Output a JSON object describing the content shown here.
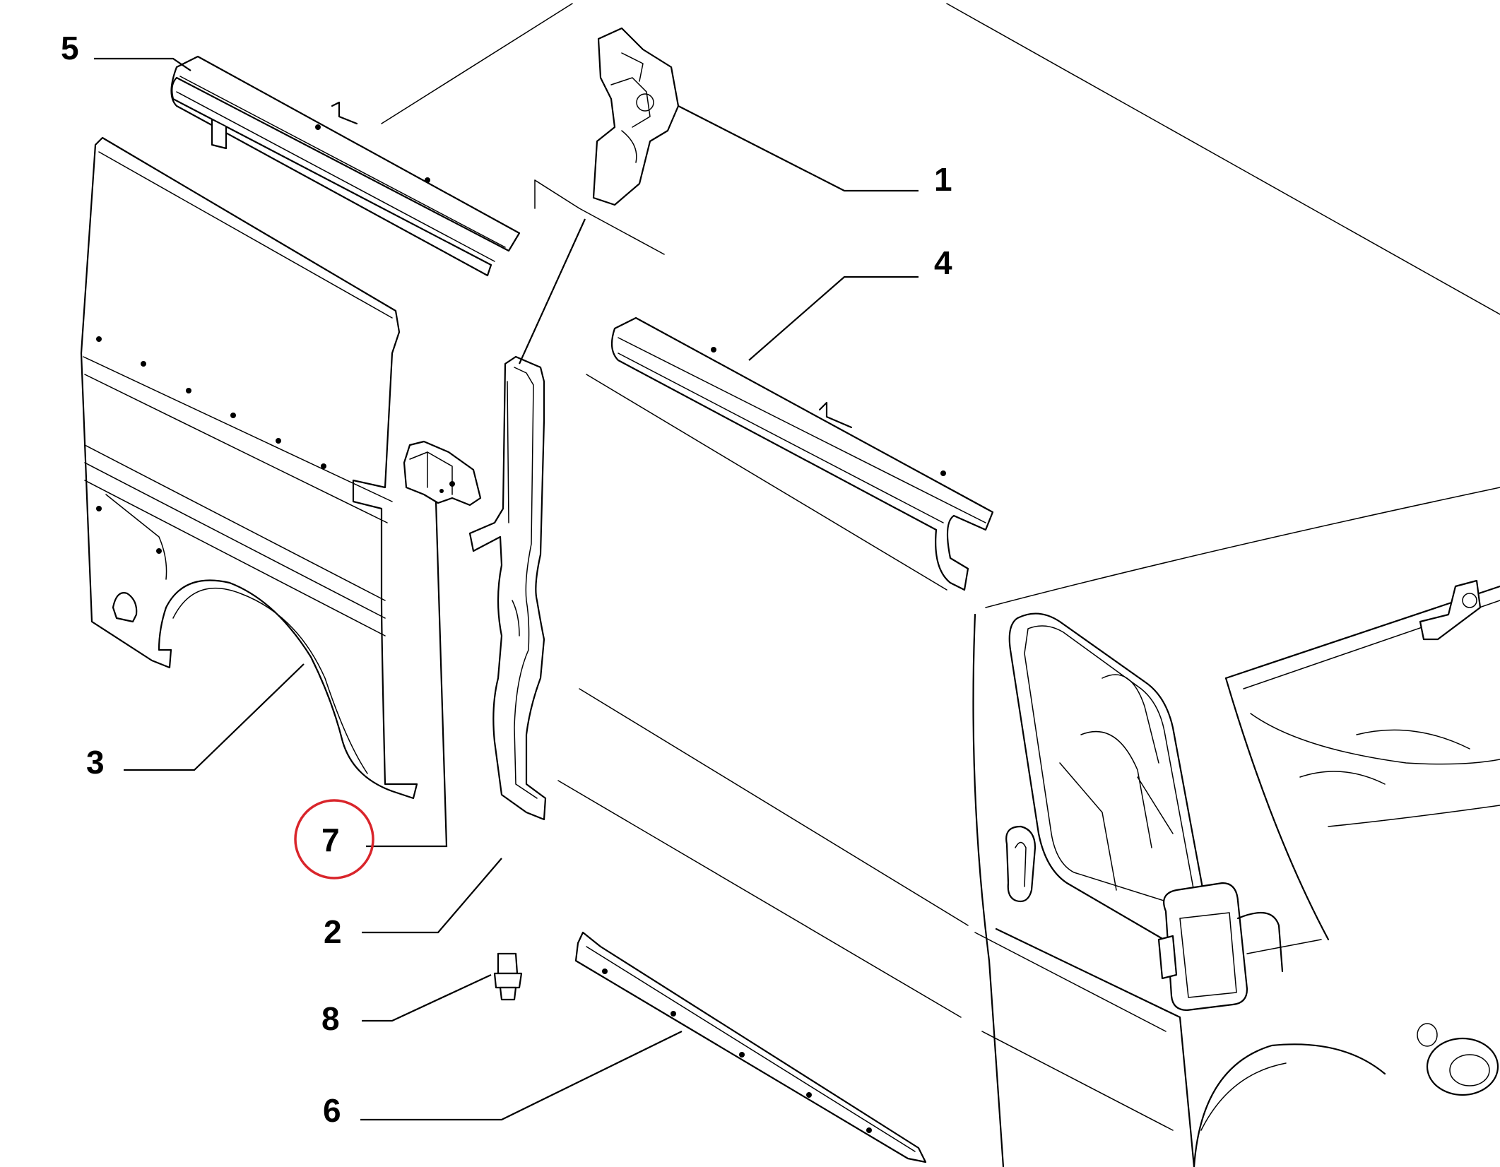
{
  "diagram": {
    "callouts": [
      {
        "id": "c1",
        "label": "1"
      },
      {
        "id": "c2",
        "label": "2"
      },
      {
        "id": "c3",
        "label": "3"
      },
      {
        "id": "c4",
        "label": "4"
      },
      {
        "id": "c5",
        "label": "5"
      },
      {
        "id": "c6",
        "label": "6"
      },
      {
        "id": "c7",
        "label": "7"
      },
      {
        "id": "c8",
        "label": "8"
      }
    ],
    "highlighted_callout": "7",
    "highlight_color": "#d9252b",
    "line_color": "#000000",
    "background_color": "#ffffff"
  }
}
